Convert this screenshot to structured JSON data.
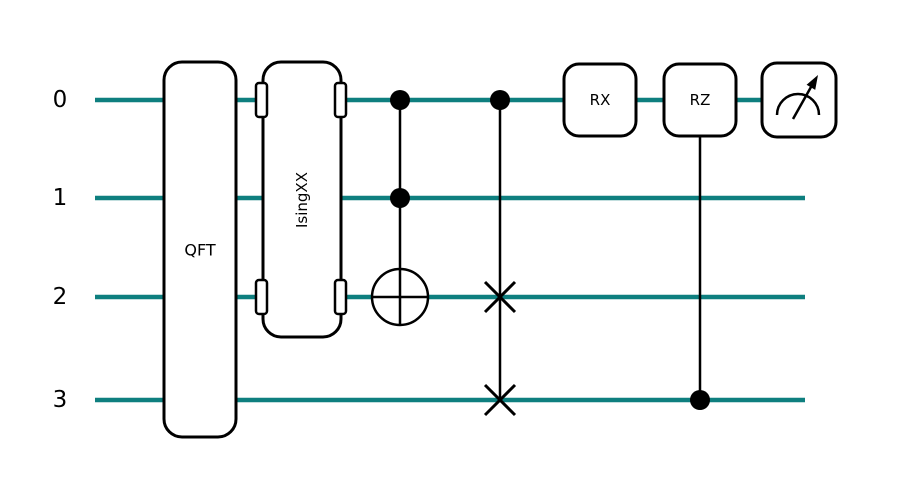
{
  "figure": {
    "background": "#FFFFFF",
    "wire_color": "#0E7F7F",
    "line_color": "#000000",
    "wires": [
      {
        "label": "0"
      },
      {
        "label": "1"
      },
      {
        "label": "2"
      },
      {
        "label": "3"
      }
    ],
    "gates": [
      {
        "id": "qft",
        "label": "QFT",
        "wires": [
          0,
          1,
          2,
          3
        ]
      },
      {
        "id": "isingxx",
        "label": "IsingXX",
        "wires": [
          0,
          2
        ]
      },
      {
        "id": "toffoli",
        "controls": [
          0,
          1
        ],
        "target": 2
      },
      {
        "id": "cswap",
        "control": 0,
        "swaps": [
          2,
          3
        ]
      },
      {
        "id": "rx",
        "label": "RX",
        "wires": [
          0
        ]
      },
      {
        "id": "crz",
        "label": "RZ",
        "control": 3,
        "target": 0
      },
      {
        "id": "measurement",
        "wires": [
          0
        ]
      }
    ]
  }
}
